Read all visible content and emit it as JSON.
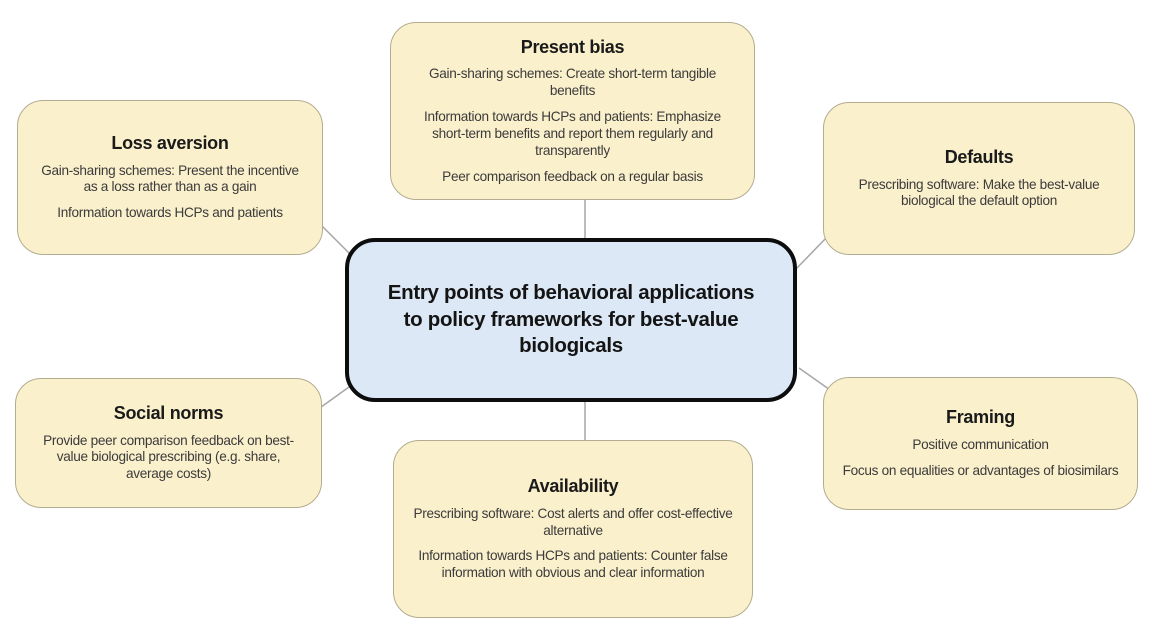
{
  "center": {
    "title": "Entry points of behavioral applications to policy frameworks for best-value biologicals"
  },
  "nodes": {
    "present_bias": {
      "title": "Present bias",
      "items": [
        "Gain-sharing schemes: Create short-term tangible benefits",
        "Information towards HCPs and patients: Emphasize short-term benefits and report them regularly and transparently",
        "Peer comparison feedback on a regular basis"
      ]
    },
    "loss_aversion": {
      "title": "Loss aversion",
      "items": [
        "Gain-sharing schemes: Present the incentive as a loss rather than as a gain",
        "Information towards HCPs and patients"
      ]
    },
    "defaults": {
      "title": "Defaults",
      "items": [
        "Prescribing software: Make the best-value biological the default option"
      ]
    },
    "social_norms": {
      "title": "Social norms",
      "items": [
        "Provide peer comparison feedback on best-value biological prescribing (e.g. share, average costs)"
      ]
    },
    "framing": {
      "title": "Framing",
      "items": [
        "Positive communication",
        "Focus on equalities or advantages of biosimilars"
      ]
    },
    "availability": {
      "title": "Availability",
      "items": [
        "Prescribing software: Cost alerts and offer cost-effective alternative",
        "Information towards HCPs and patients: Counter false information with obvious and clear information"
      ]
    }
  },
  "colors": {
    "node_fill": "#FBF0CC",
    "node_border": "#B3AC8F",
    "center_fill": "#DCE8F5",
    "center_border": "#0D0D0D",
    "connector": "#A6A6A6",
    "heading_text": "#1A1A1A",
    "body_text": "#3B3B3B"
  }
}
